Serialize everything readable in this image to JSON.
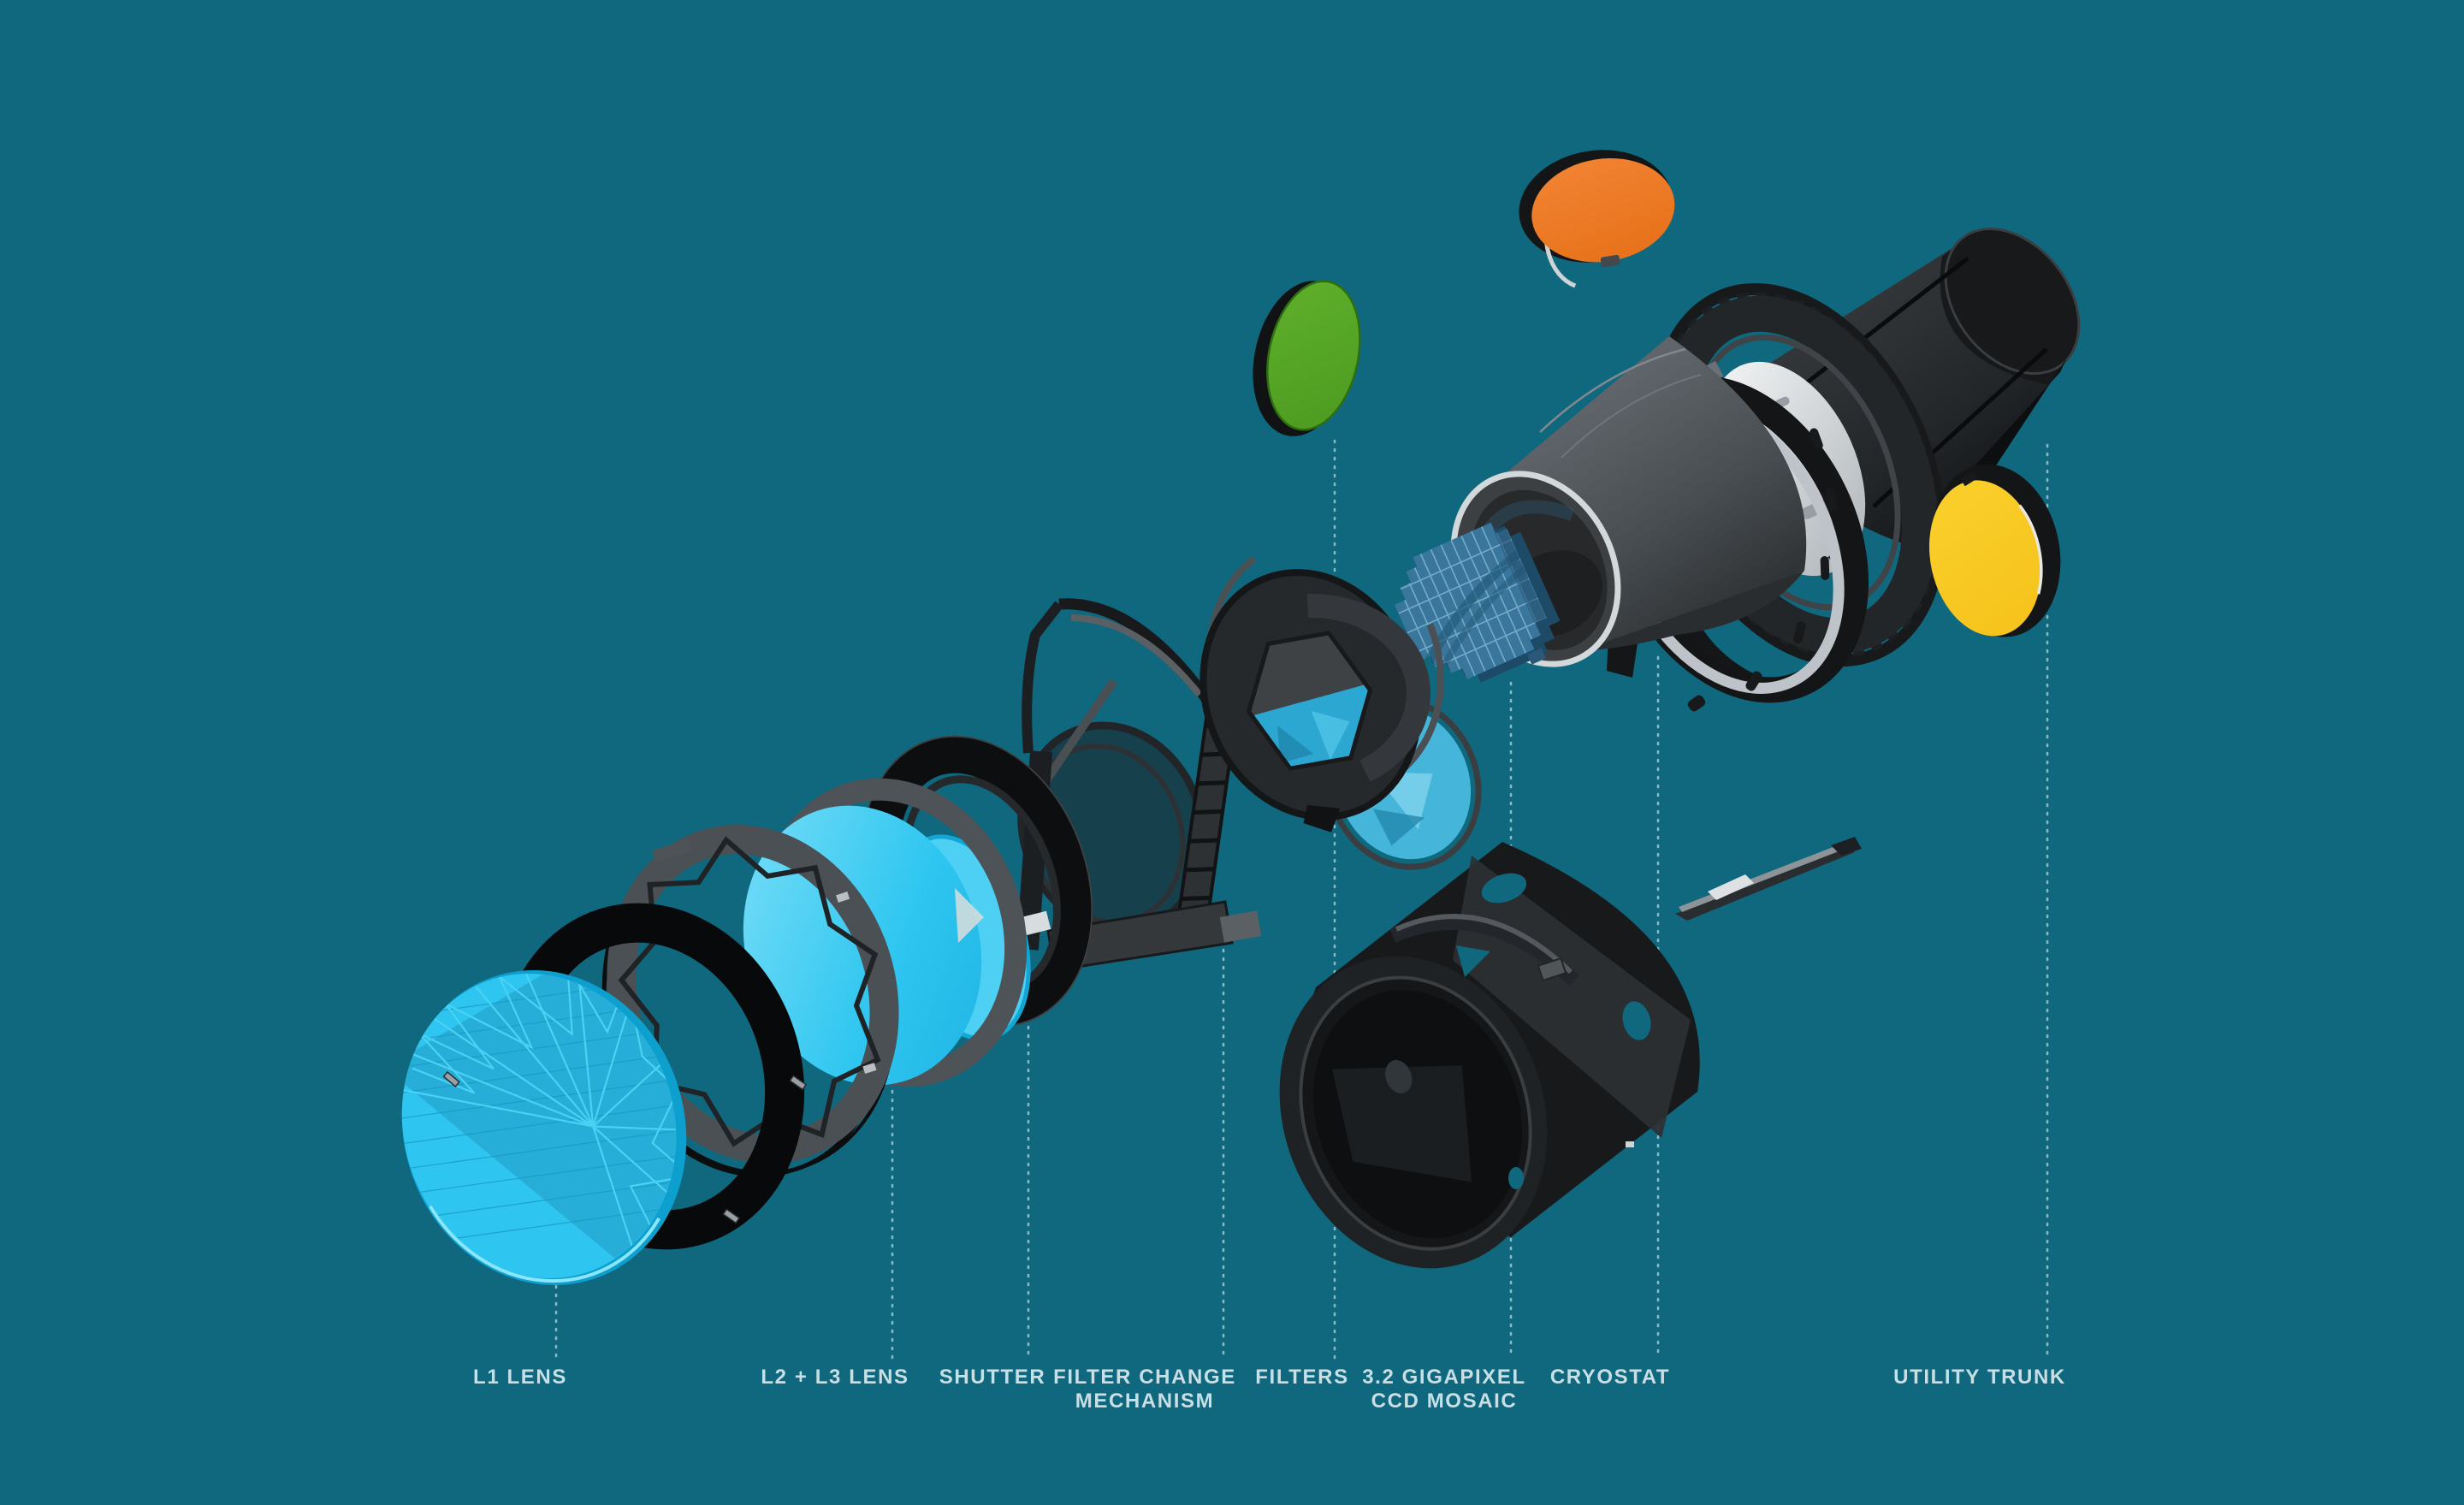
{
  "page": {
    "background": "#0f687e",
    "diagram_type": "exploded-view camera assembly"
  },
  "labels": {
    "color": "#c9dfe6",
    "items": [
      {
        "id": "l1-lens",
        "text": "L1 LENS"
      },
      {
        "id": "l2-l3-lens",
        "text": "L2 + L3 LENS"
      },
      {
        "id": "shutter",
        "text": "SHUTTER"
      },
      {
        "id": "filter-change-mechanism",
        "text": "FILTER CHANGE\nMECHANISM"
      },
      {
        "id": "filters",
        "text": "FILTERS"
      },
      {
        "id": "ccd-mosaic",
        "text": "3.2 GIGAPIXEL\nCCD MOSAIC"
      },
      {
        "id": "cryostat",
        "text": "CRYOSTAT"
      },
      {
        "id": "utility-trunk",
        "text": "UTILITY TRUNK"
      }
    ]
  },
  "palette": {
    "lens_cyan": "#2ec6f0",
    "lens_cyan_light": "#7ddff8",
    "filter_green": "#4f9e22",
    "filter_orange": "#e8731c",
    "filter_yellow": "#f6c41d",
    "filter_blue": "#2ba7d2",
    "ccd_blue": "#3a759c",
    "metal_silver": "#c4cacf",
    "hardware_dark": "#17191b",
    "hardware_gray": "#54595d",
    "leader_line": "#a7ccd5"
  }
}
